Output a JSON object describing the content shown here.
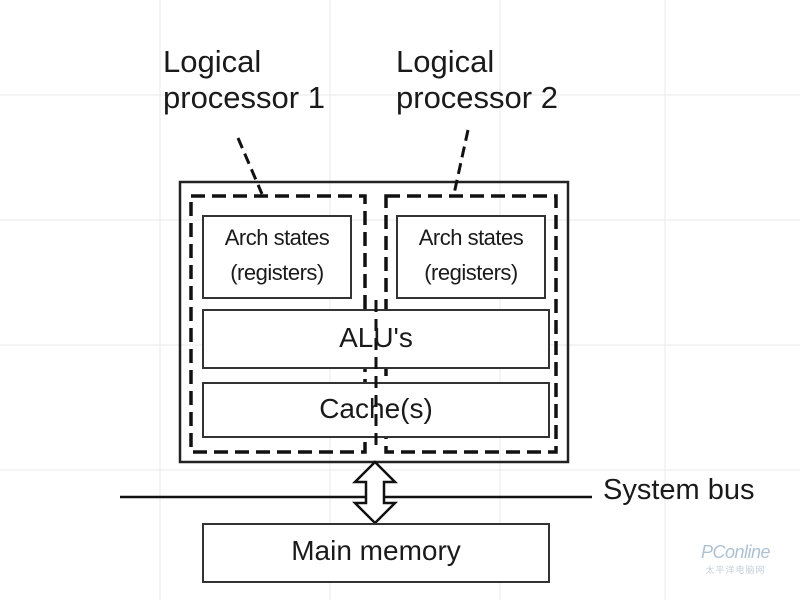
{
  "labels": {
    "logical_processor_1": [
      "Logical",
      "processor 1"
    ],
    "logical_processor_2": [
      "Logical",
      "processor 2"
    ],
    "arch_states_left": [
      "Arch states",
      "(registers)"
    ],
    "arch_states_right": [
      "Arch states",
      "(registers)"
    ],
    "alus": "ALU's",
    "caches": "Cache(s)",
    "system_bus": "System bus",
    "main_memory": "Main memory"
  },
  "watermark": {
    "brand": "PConline",
    "sub": "太平洋电脑网"
  }
}
